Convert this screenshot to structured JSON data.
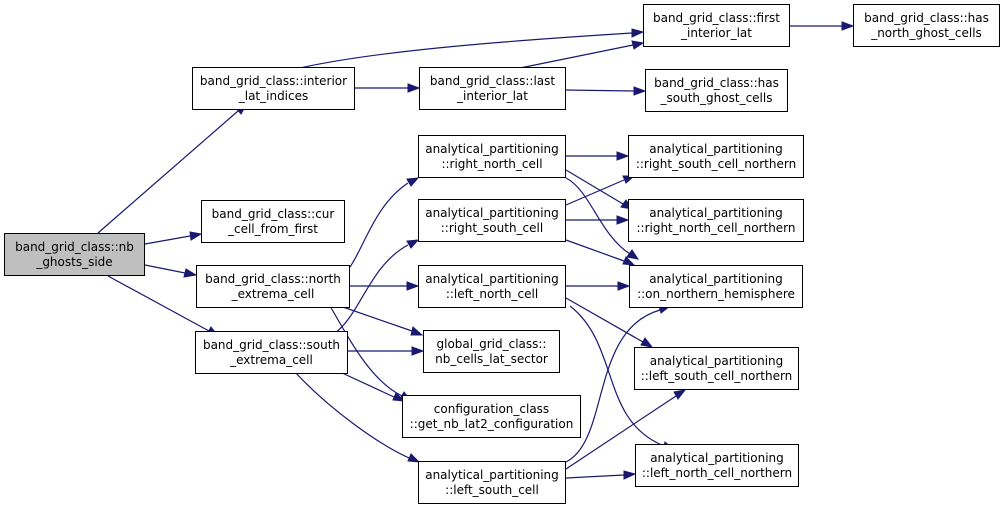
{
  "graph": {
    "colors": {
      "edge": "#191970",
      "node_border": "#000000",
      "root_fill": "#bfbfbf",
      "node_fill": "#ffffff"
    },
    "nodes": {
      "root": "band_grid_class::nb\n_ghosts_side",
      "interior_lat": "band_grid_class::interior\n_lat_indices",
      "cur_cell": "band_grid_class::cur\n_cell_from_first",
      "north_extrema": "band_grid_class::north\n_extrema_cell",
      "south_extrema": "band_grid_class::south\n_extrema_cell",
      "last_interior": "band_grid_class::last\n_interior_lat",
      "first_interior": "band_grid_class::first\n_interior_lat",
      "has_north_ghost": "band_grid_class::has\n_north_ghost_cells",
      "has_south_ghost": "band_grid_class::has\n_south_ghost_cells",
      "right_north_cell": "analytical_partitioning\n::right_north_cell",
      "right_south_cell": "analytical_partitioning\n::right_south_cell",
      "left_north_cell": "analytical_partitioning\n::left_north_cell",
      "left_south_cell": "analytical_partitioning\n::left_south_cell",
      "nb_cells_lat_sector": "global_grid_class::\nnb_cells_lat_sector",
      "get_nb_lat2": "configuration_class\n::get_nb_lat2_configuration",
      "right_south_northern": "analytical_partitioning\n::right_south_cell_northern",
      "right_north_northern": "analytical_partitioning\n::right_north_cell_northern",
      "on_northern": "analytical_partitioning\n::on_northern_hemisphere",
      "left_south_northern": "analytical_partitioning\n::left_south_cell_northern",
      "left_north_northern": "analytical_partitioning\n::left_north_cell_northern"
    }
  }
}
